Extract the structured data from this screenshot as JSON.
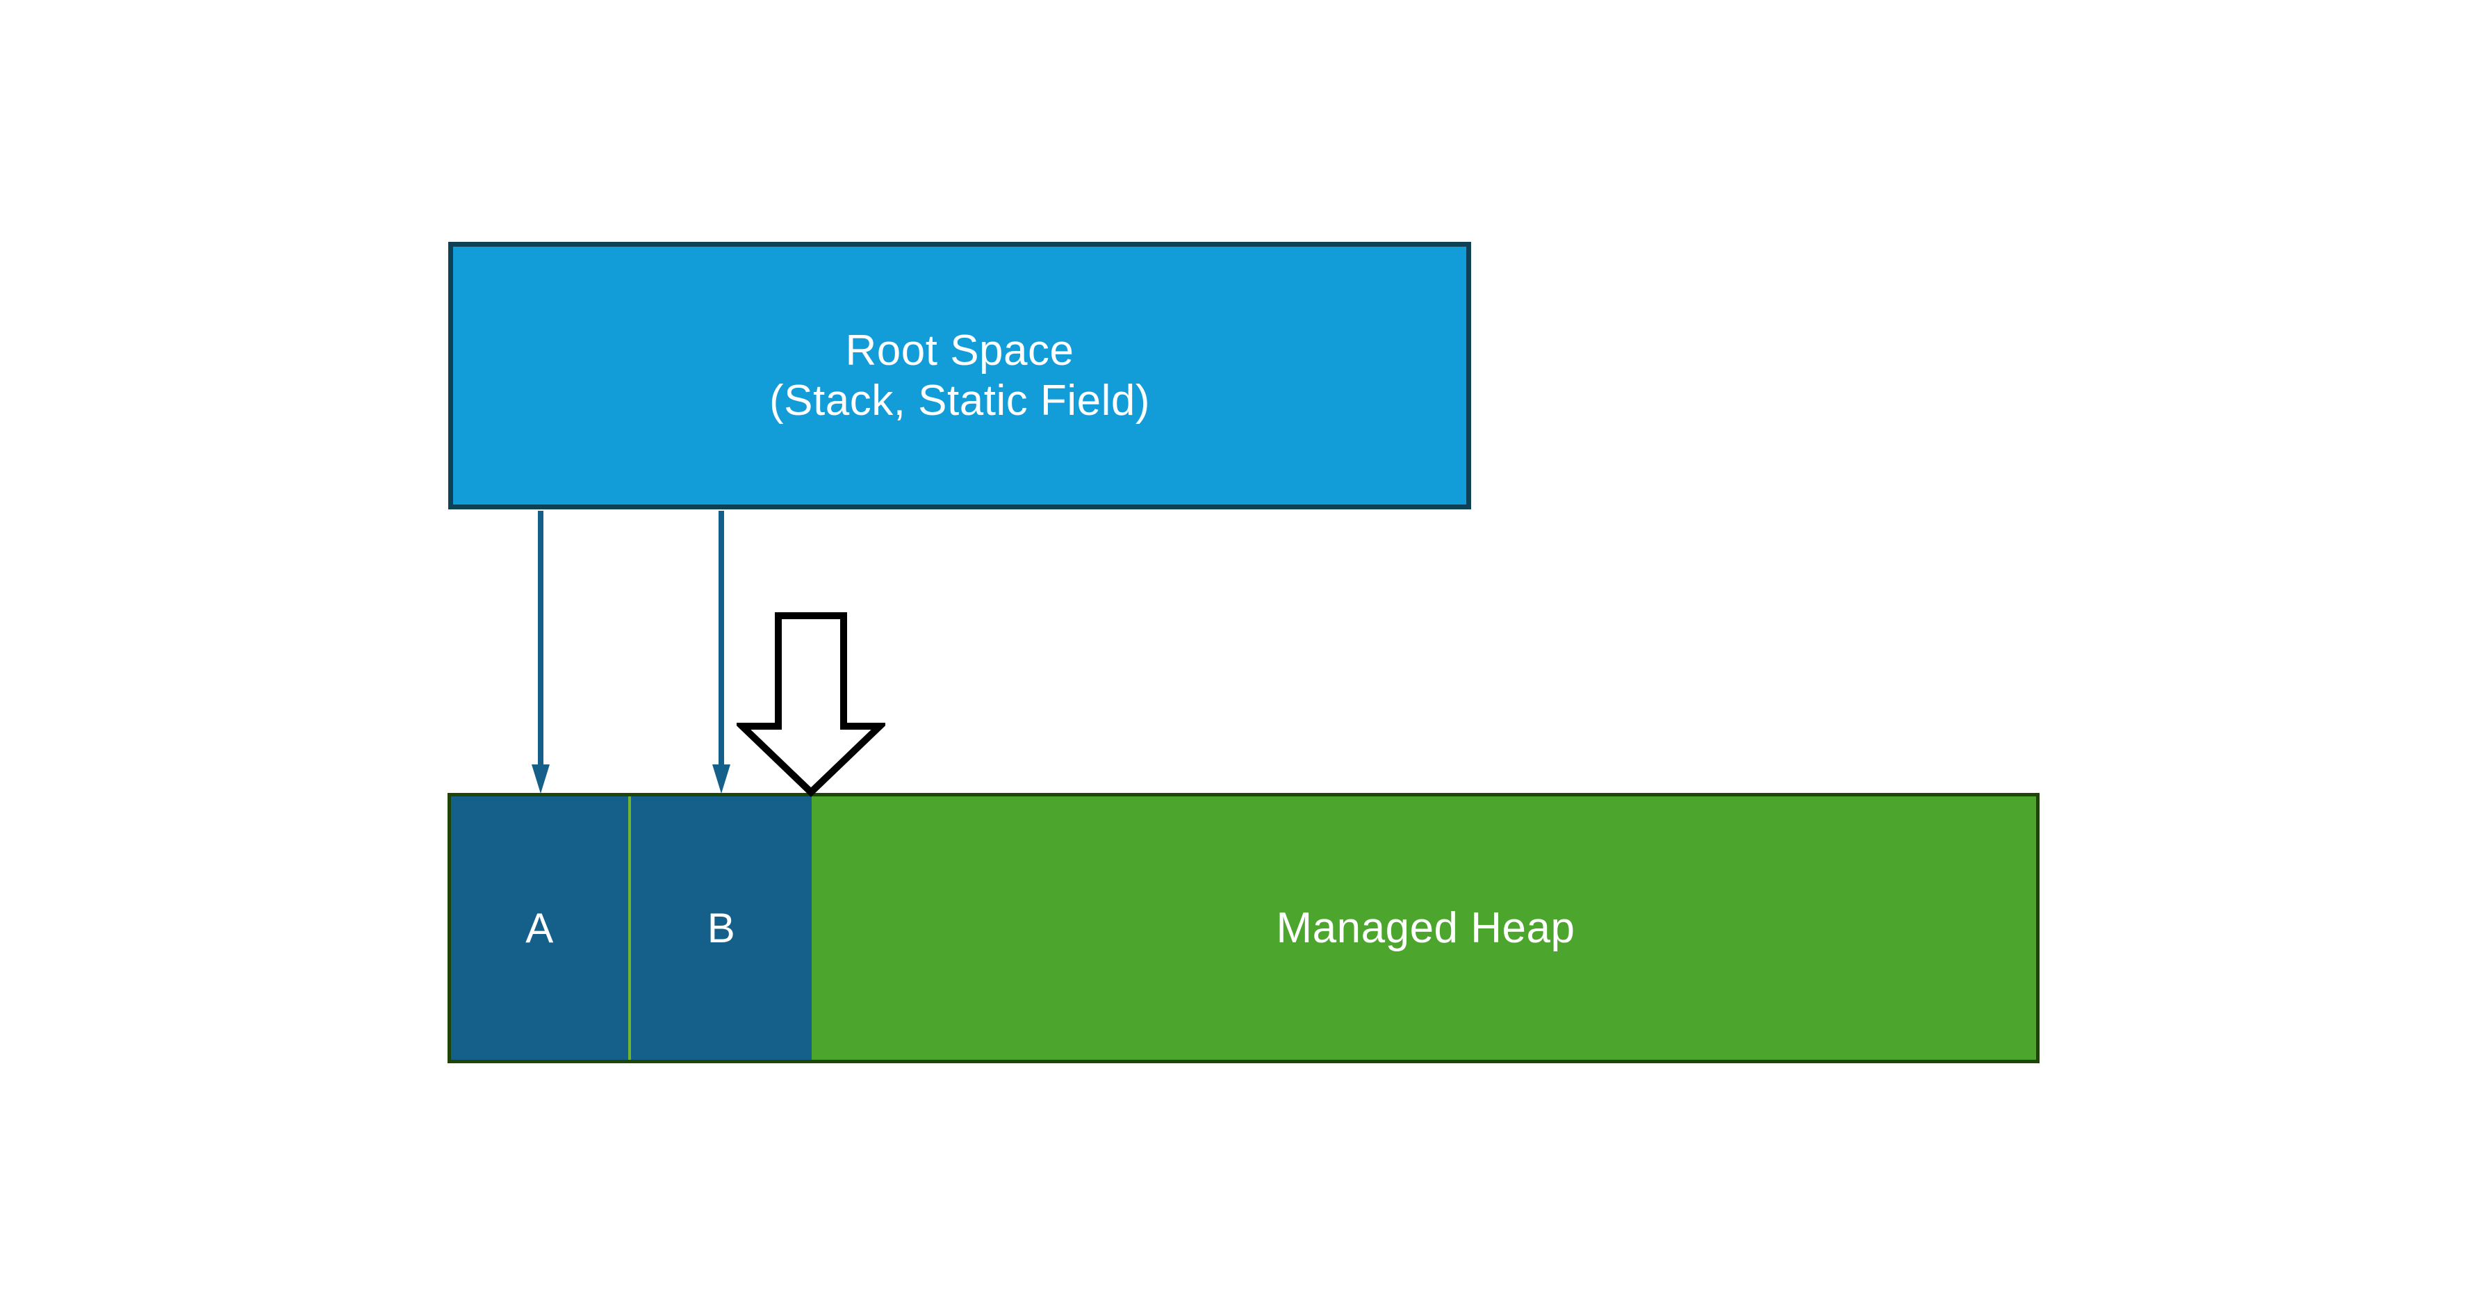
{
  "diagram": {
    "title": "Managed Heap allocation diagram",
    "colors": {
      "root_space_fill": "#129CD8",
      "root_space_border": "#0E4056",
      "heap_fill": "#4CA62E",
      "heap_border": "#1E4408",
      "object_block_fill": "#15608A",
      "object_divider": "#6FB62C",
      "reference_arrow": "#15608A",
      "allocation_arrow_outline": "#000000",
      "allocation_arrow_fill": "#FFFFFF",
      "label_text": "#FFFFFF",
      "background": "#FFFFFF"
    }
  },
  "root_space": {
    "title": "Root Space",
    "subtitle": "(Stack, Static Field)"
  },
  "heap": {
    "label": "Managed Heap"
  },
  "objects": [
    {
      "label": "A"
    },
    {
      "label": "B"
    }
  ],
  "arrows": {
    "reference_1_name": "root-to-object-a",
    "reference_2_name": "root-to-object-b",
    "allocation_name": "next-allocation-pointer"
  }
}
